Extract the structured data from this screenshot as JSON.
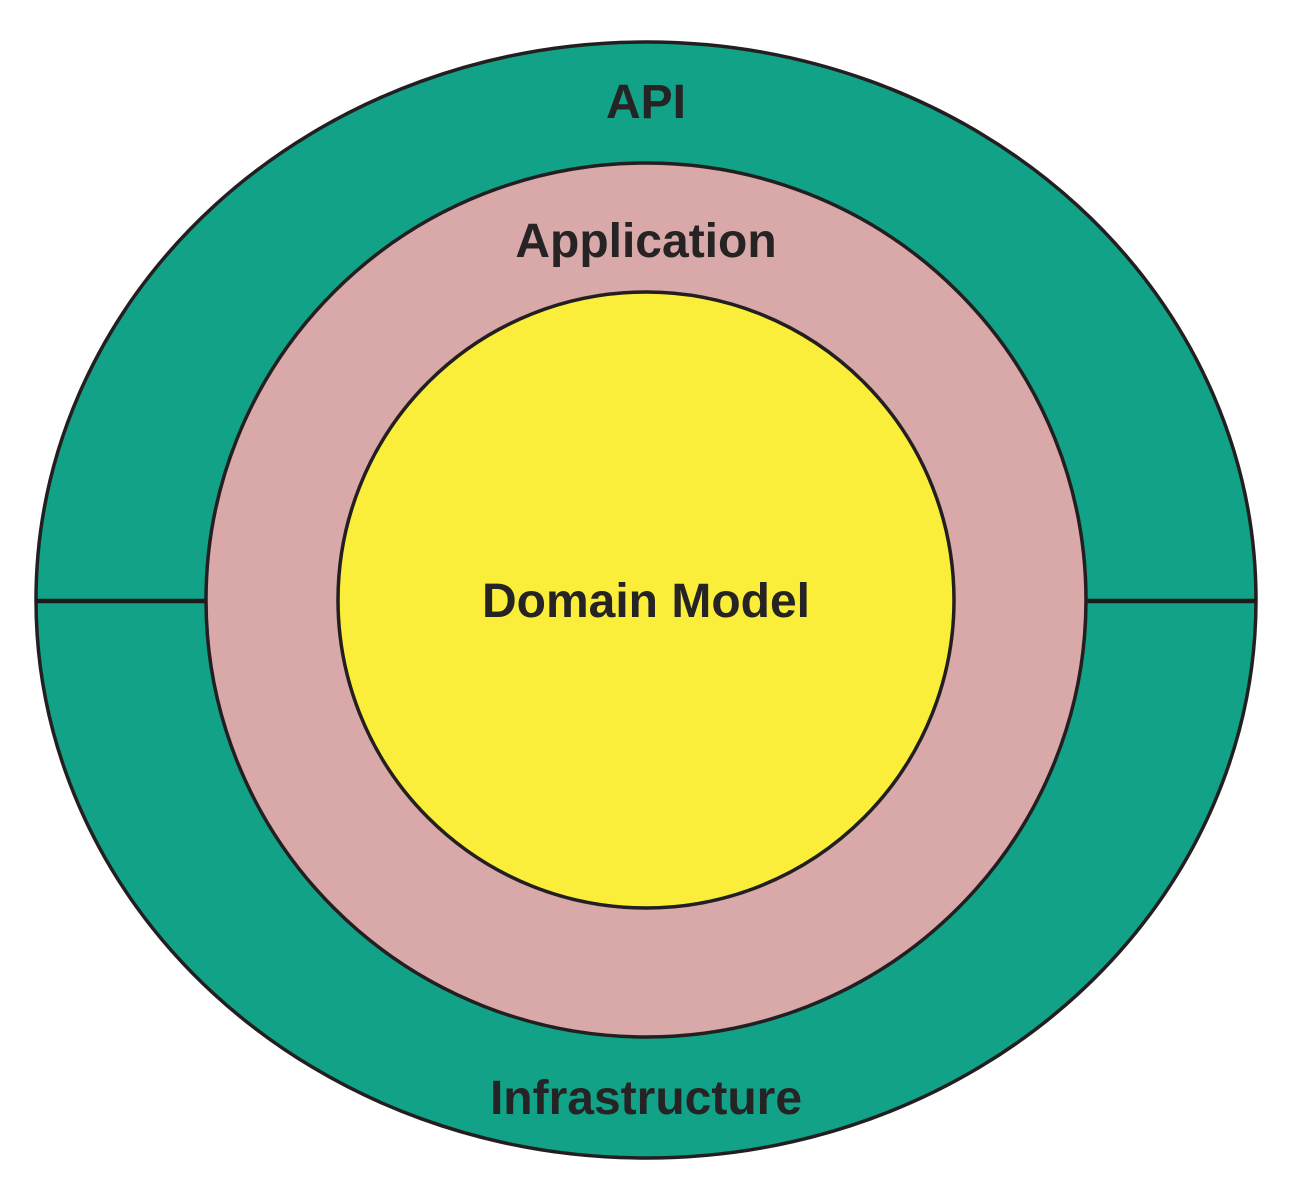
{
  "diagram": {
    "type": "onion-architecture-concentric-circles",
    "outer_ring": {
      "label_top": "API",
      "label_bottom": "Infrastructure",
      "color": "#11a287"
    },
    "middle_ring": {
      "label": "Application",
      "color": "#d9a8a8"
    },
    "inner_circle": {
      "label": "Domain Model",
      "color": "#faee3b"
    },
    "colors": {
      "outline": "#231f20",
      "divider": "#1b1b1b",
      "text": "#262324",
      "background": "#ffffff"
    }
  }
}
